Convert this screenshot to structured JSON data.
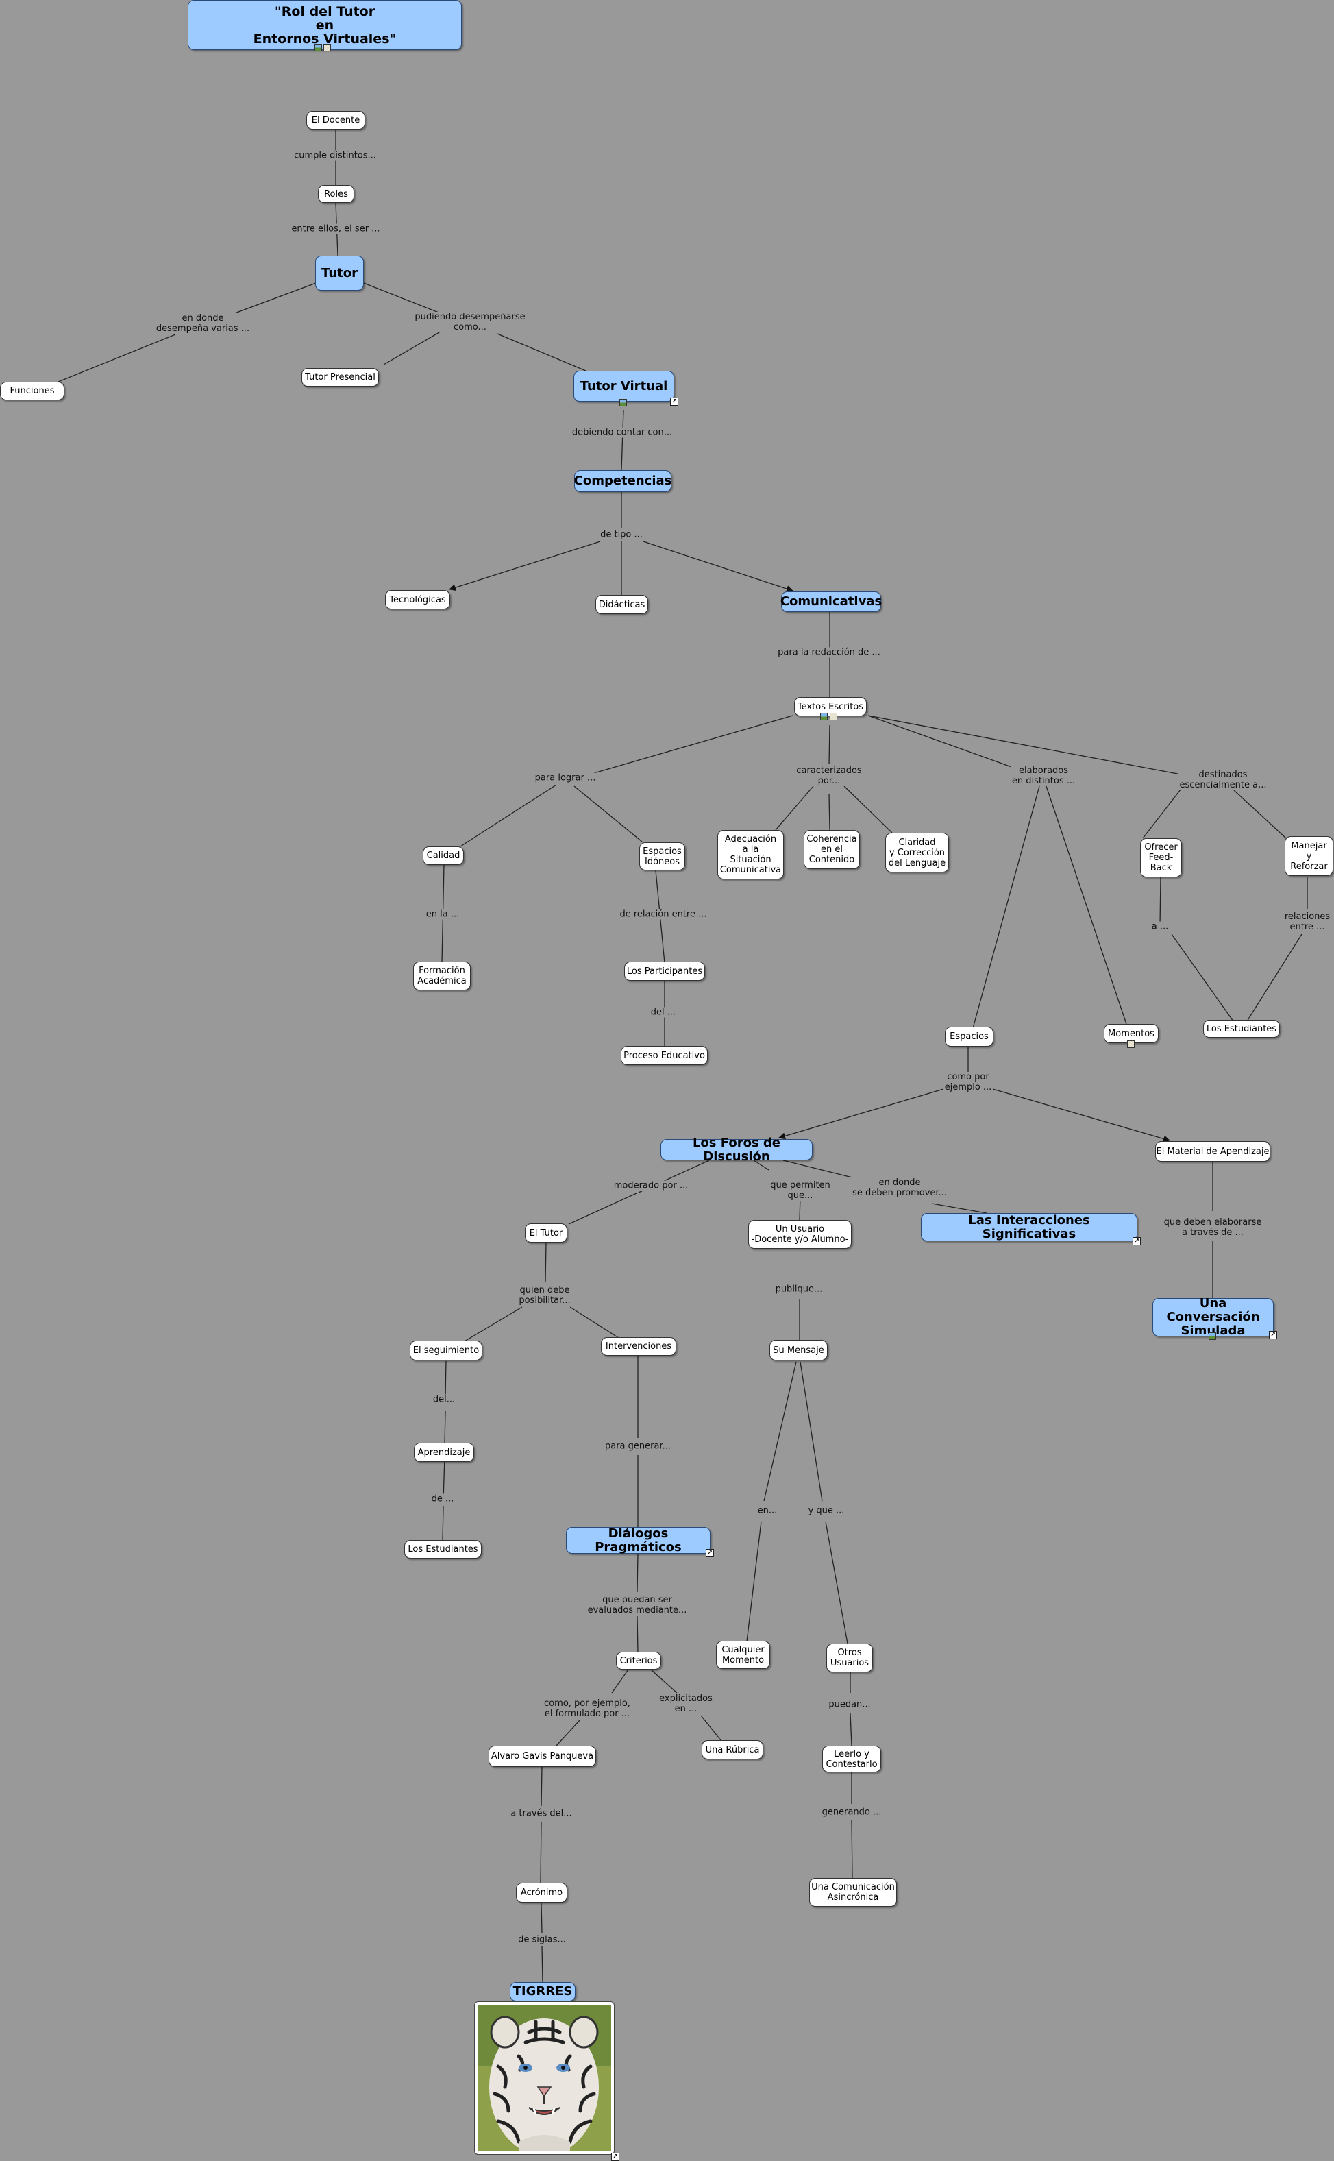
{
  "colors": {
    "background": "#999999",
    "node_fill": "#ffffff",
    "highlight_fill": "#9dcbff",
    "line": "#222222"
  },
  "nodes": {
    "rol_del_tutor": "\"Rol del Tutor\nen\nEntornos Virtuales\"",
    "el_docente": "El Docente",
    "roles": "Roles",
    "tutor": "Tutor",
    "funciones": "Funciones",
    "tutor_presencial": "Tutor Presencial",
    "tutor_virtual": "Tutor Virtual",
    "competencias": "Competencias",
    "tecnologicas": "Tecnológicas",
    "didacticas": "Didácticas",
    "comunicativas": "Comunicativas",
    "textos_escritos": "Textos Escritos",
    "calidad": "Calidad",
    "espacios_idoneos": "Espacios\nIdóneos",
    "adecuacion": "Adecuación\na la\nSituación\nComunicativa",
    "coherencia": "Coherencia\nen el\nContenido",
    "claridad": "Claridad\ny Corrección\ndel Lenguaje",
    "ofrecer_feedback": "Ofrecer\nFeed-\nBack",
    "manejar_reforzar": "Manejar\ny\nReforzar",
    "formacion_academica": "Formación\nAcadémica",
    "los_participantes": "Los Participantes",
    "proceso_educativo": "Proceso Educativo",
    "espacios": "Espacios",
    "momentos": "Momentos",
    "los_estudiantes_1": "Los Estudiantes",
    "los_foros": "Los Foros de Discusión",
    "material_aprendizaje": "El Material de Apendizaje",
    "el_tutor": "El Tutor",
    "un_usuario": "Un Usuario\n-Docente y/o Alumno-",
    "interacciones": "Las Interacciones Significativas",
    "conversacion_simulada": "Una Conversación\nSimulada",
    "el_seguimiento": "El seguimiento",
    "intervenciones": "Intervenciones",
    "su_mensaje": "Su Mensaje",
    "aprendizaje": "Aprendizaje",
    "los_estudiantes_2": "Los Estudiantes",
    "dialogos": "Diálogos Pragmáticos",
    "criterios": "Criterios",
    "cualquier_momento": "Cualquier\nMomento",
    "otros_usuarios": "Otros\nUsuarios",
    "alvaro": "Alvaro Gavis Panqueva",
    "una_rubrica": "Una Rúbrica",
    "leerlo": "Leerlo y\nContestarlo",
    "acronimo": "Acrónimo",
    "comunicacion_asincronica": "Una Comunicación\nAsincrónica",
    "tigrres": "TIGRRES"
  },
  "link_labels": {
    "cumple": "cumple distintos...",
    "entre_ellos": "entre ellos, el ser ...",
    "en_donde": "en donde\ndesempeña varias ...",
    "pudiendo": "pudiendo desempeñarse\ncomo...",
    "debiendo": "debiendo contar con...",
    "de_tipo": "de tipo ...",
    "para_redaccion": "para la redacción de ...",
    "para_lograr": "para lograr ...",
    "caracterizados": "caracterizados\npor...",
    "elaborados": "elaborados\nen distintos ...",
    "destinados": "destinados\nescencialmente a...",
    "en_la": "en la ...",
    "de_relacion": "de relación entre ...",
    "del_1": "del ...",
    "a": "a ...",
    "relaciones": "relaciones\nentre ...",
    "como_por": "como por\nejemplo ...",
    "moderado": "moderado por ...",
    "que_permiten": "que permiten\nque...",
    "en_donde_promover": "en donde\nse deben promover...",
    "que_deben": "que deben elaborarse\na través de ...",
    "quien_debe": "quien debe\nposibilitar...",
    "publique": "publique...",
    "del_2": "del...",
    "para_generar": "para generar...",
    "de_2": "de ...",
    "en": "en...",
    "y_que": "y que ...",
    "que_puedan": "que puedan ser\nevaluados mediante...",
    "como_ejemplo": "como, por ejemplo,\nel formulado por ...",
    "explicitados": "explicitados\nen ...",
    "puedan": "puedan...",
    "a_traves": "a través del...",
    "generando": "generando ...",
    "de_siglas": "de siglas..."
  }
}
